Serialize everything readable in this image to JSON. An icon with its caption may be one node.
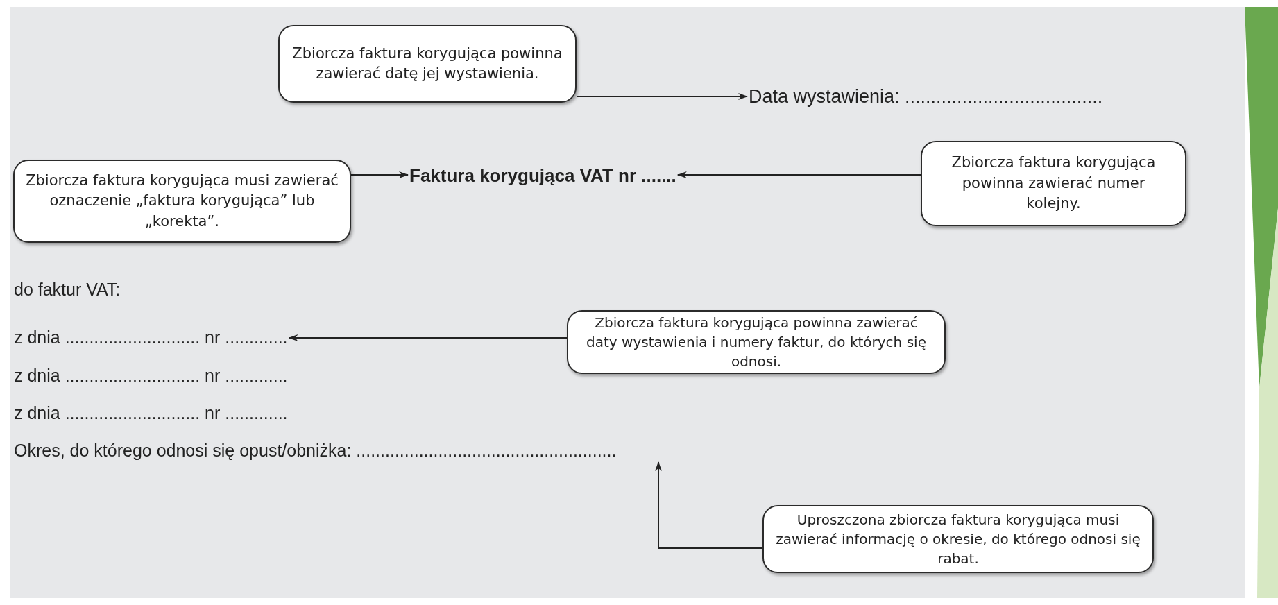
{
  "diagram": {
    "nodes": [
      {
        "text": [
          "Zbiorcza faktura korygująca powinna zawierać datę jej wystawienia."
        ]
      },
      {
        "text": [
          "Data wystawienia: ......................................"
        ]
      },
      {
        "text": [
          "Zbiorcza faktura korygująca musi zawierać oznaczenie „faktura korygująca” lub „korekta”."
        ]
      },
      {
        "text": [
          "Faktura korygująca VAT nr ......."
        ]
      },
      {
        "text": [
          "Zbiorcza faktura korygująca powinna zawierać numer kolejny."
        ]
      },
      {
        "text": [
          "z dnia ............................ nr ............."
        ]
      },
      {
        "text": [
          "Zbiorcza faktura korygująca powinna zawierać daty wystawienia i numery faktur, do których się odnosi."
        ]
      },
      {
        "text": [
          "Okres, do którego odnosi się opust/obniżka: ......................................................"
        ]
      },
      {
        "text": [
          "Uproszczona zbiorcza faktura korygująca musi zawierać informację o okresie, do którego odnosi się rabat."
        ]
      }
    ],
    "edges": [
      {
        "from": 0,
        "to": 1,
        "arrow": "to"
      },
      {
        "from": 2,
        "to": 3,
        "arrow": "to"
      },
      {
        "from": 4,
        "to": 3,
        "arrow": "to"
      },
      {
        "from": 6,
        "to": 5,
        "arrow": "to"
      },
      {
        "from": 8,
        "to": 7,
        "arrow": "to"
      }
    ],
    "labels": [
      "do faktur VAT:",
      "z dnia ............................ nr .............",
      "z dnia ............................ nr ............."
    ]
  }
}
